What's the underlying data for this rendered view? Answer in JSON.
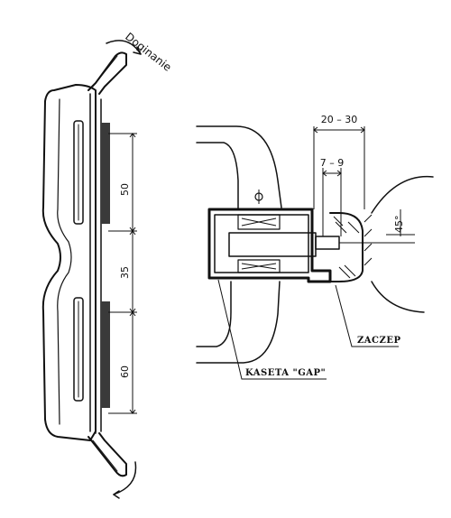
{
  "left_view": {
    "bend_label": "Doginanie",
    "dimensions": [
      "50",
      "35",
      "60"
    ]
  },
  "right_view": {
    "dim_top": "20 – 30",
    "dim_mid": "7 – 9",
    "angle": "45°",
    "callout_catch": "ZACZEP",
    "callout_cassette": "KASETA \"GAP\""
  }
}
